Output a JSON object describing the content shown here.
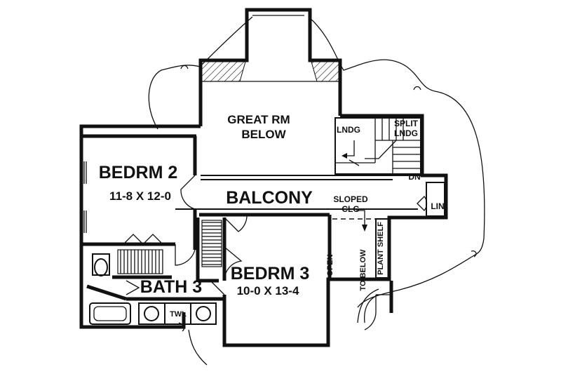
{
  "rooms": {
    "great_rm_line1": "GREAT RM",
    "great_rm_line2": "BELOW",
    "bedrm2_name": "BEDRM 2",
    "bedrm2_size": "11-8 X 12-0",
    "balcony": "BALCONY",
    "bedrm3_name": "BEDRM 3",
    "bedrm3_size": "10-0 X 13-4",
    "bath3": "BATH 3"
  },
  "notes": {
    "lndg": "LNDG",
    "split_line1": "SPLIT",
    "split_line2": "LNDG",
    "dn": "DN",
    "sloped_line1": "SLOPED",
    "sloped_line2": "CLG",
    "lin": "LIN",
    "open_to_below_line1": "OPEN",
    "open_to_below_line2": "TO BELOW",
    "plant_shelf": "PLANT SHELF",
    "twl": "TWL"
  }
}
